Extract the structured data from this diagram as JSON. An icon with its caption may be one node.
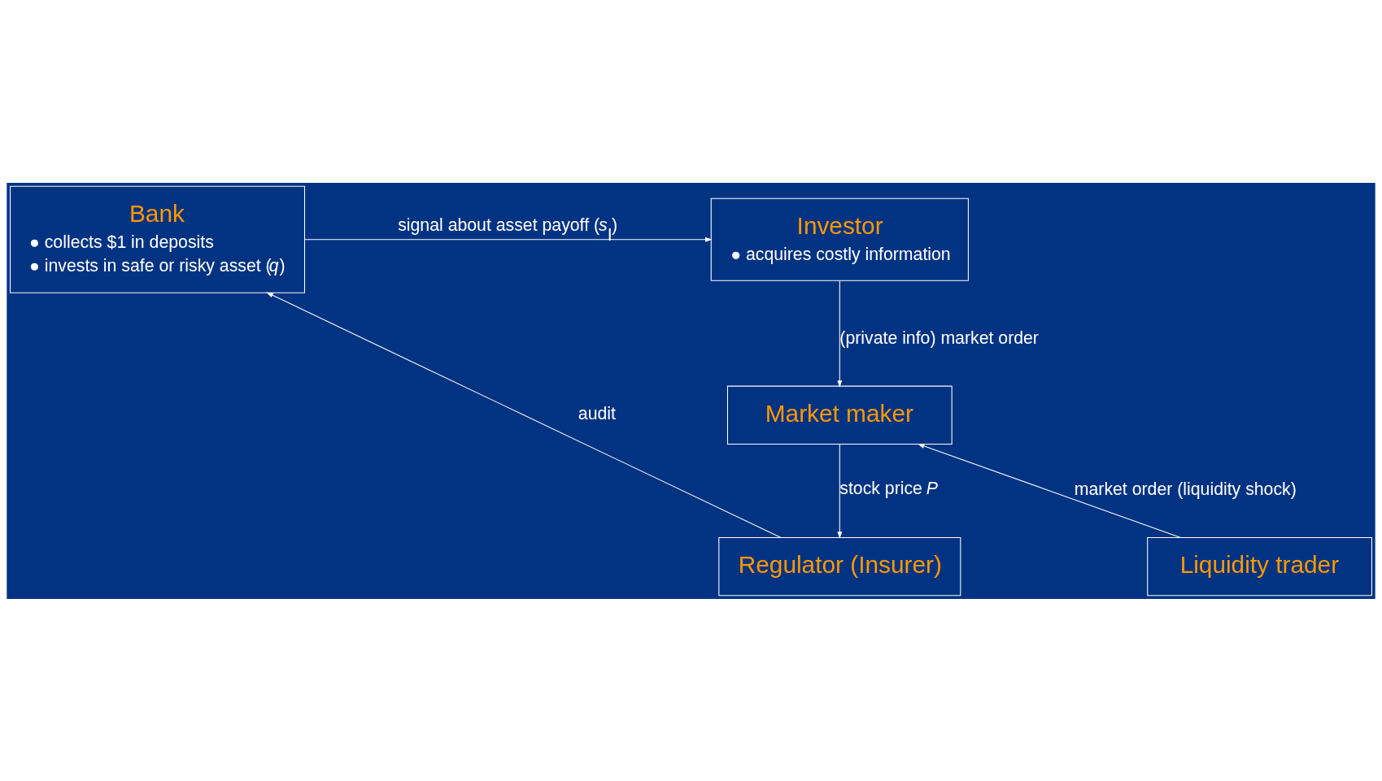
{
  "diagram": {
    "nodes": [
      {
        "text": [
          "Bank",
          "● collects $1 in deposits",
          "● invests in safe or risky asset (*q*)"
        ]
      },
      {
        "text": [
          "Investor",
          "● acquires costly information"
        ]
      },
      {
        "text": [
          "Market maker"
        ]
      },
      {
        "text": [
          "Regulator (Insurer)"
        ]
      },
      {
        "text": [
          "Liquidity trader"
        ]
      }
    ],
    "edges": [
      {
        "from": 0,
        "to": 1,
        "arrow": "to",
        "label": "signal about asset payoff (*s*$_{I}$)"
      },
      {
        "from": 1,
        "to": 2,
        "arrow": "to",
        "label": "(private info) market order"
      },
      {
        "from": 4,
        "to": 2,
        "arrow": "to",
        "label": "market order (liquidity shock)"
      },
      {
        "from": 2,
        "to": 3,
        "arrow": "to",
        "label": "stock price *P*"
      },
      {
        "from": 3,
        "to": 0,
        "arrow": "to",
        "label": "audit"
      }
    ]
  }
}
